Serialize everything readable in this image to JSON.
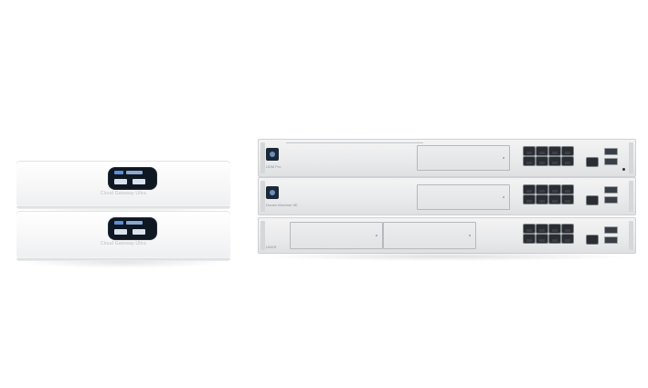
{
  "scene": {
    "background": "#ffffff",
    "gateways": [
      {
        "id": "gateway-top",
        "label": "Cloud Gateway Ultra"
      },
      {
        "id": "gateway-bottom",
        "label": "Cloud Gateway Ultra"
      }
    ],
    "racks": [
      {
        "id": "rack-1",
        "label": "UDM Pro"
      },
      {
        "id": "rack-2",
        "label": "Dream Machine SE"
      },
      {
        "id": "rack-3",
        "label": "UNVR"
      }
    ]
  },
  "icons": {
    "logo": "ubiquiti-logo-icon",
    "port": "ethernet-port-icon",
    "sfp": "sfp-port-icon"
  },
  "colors": {
    "device_white": "#f7f7f8",
    "rack_silver": "#e9eaeb",
    "screen_dark": "#0f1722",
    "logo_navy": "#1b2838",
    "port_dark": "#2a2e33"
  }
}
